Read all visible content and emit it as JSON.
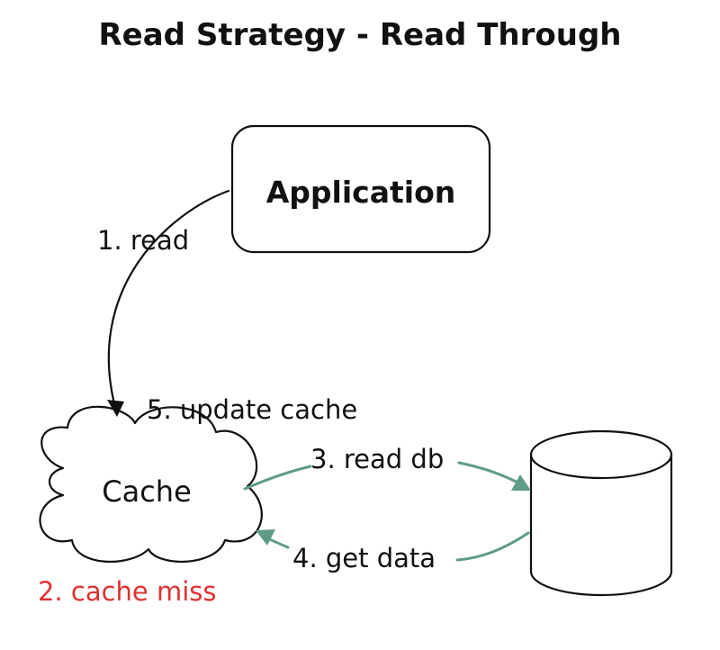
{
  "title": "Read Strategy - Read Through",
  "nodes": {
    "application": "Application",
    "cache": "Cache",
    "database": ""
  },
  "edges": {
    "read": "1. read",
    "cache_miss": "2. cache miss",
    "read_db": "3. read db",
    "get_data": "4. get data",
    "update_cache": "5. update cache"
  },
  "colors": {
    "arrow_green": "#5f9b88",
    "text_red": "#e03131",
    "stroke_black": "#111111"
  }
}
